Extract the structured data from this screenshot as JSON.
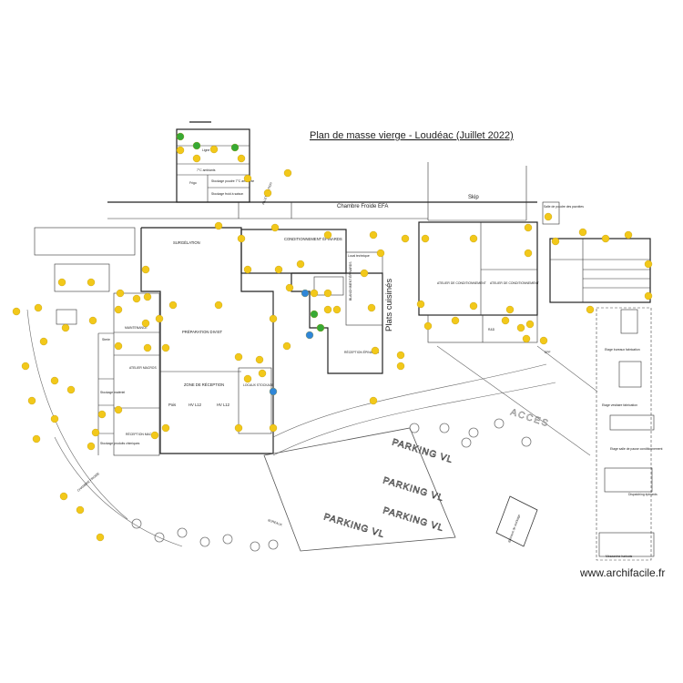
{
  "title": "Plan de masse vierge - Loudéac (Juillet 2022)",
  "watermark": "www.archifacile.fr",
  "colors": {
    "yellow_marker": "#f2c81a",
    "green_marker": "#37a934",
    "blue_marker": "#2f86d8",
    "wall": "#222222"
  },
  "labels": {
    "ligne1": "Ligne 1",
    "ambiants": "7°C ambiants",
    "frigo": "Frigo",
    "stockage_poudre": "Stockage poudre 7°C ambiante",
    "stockage_froid": "Stockage froid à saison",
    "palettisation": "PALETTISATION",
    "chambre_froide": "Chambre Froide EFA",
    "skip": "Skip",
    "surgelation": "SURGÉLATION",
    "conditionnement_epinards": "CONDITIONNEMENT ÉPINARDS",
    "local_technique": "Local technique",
    "blanchiment": "BLANCHIMENT ÉPINARDS",
    "plats_cuisines": "Plats cuisinés",
    "atelier_cond_1": "ATELIER DE CONDITIONNEMENT",
    "atelier_cond_2": "ATELIER DE CONDITIONNEMENT",
    "salle_poudre": "Salle de poudre des pavottes",
    "maintenance": "MAINTENANCE",
    "preparation": "PRÉPARATION DIVIST",
    "zone_reception": "ZONE DE RÉCEPTION",
    "pois": "Pois",
    "hv1": "HV L12",
    "hv2": "HV L12",
    "locaux": "LOCAUX STOCKAGE",
    "reception_epinards": "RÉCEPTION ÉPINARDS",
    "rd": "R&D",
    "sterie": "Sterie",
    "atelier_macros": "ATELIER MACROS",
    "stockage_materiel": "Stockage matériel",
    "reception_macros": "RÉCEPTION MACROS",
    "stockage_embal": "Stockage produits chimiques",
    "chambre_froide2": "CHAMBRE FROIDE",
    "bureaux": "BUREAUX",
    "parking1": "PARKING VL",
    "parking2": "PARKING VL",
    "parking3": "PARKING VL",
    "parking4": "PARKING VL",
    "acces": "ACCES",
    "epf": "EPF",
    "batiment_stockage": "Bâtiment de stockage",
    "legend_1": "Etage bureaux fabrication",
    "legend_2": "Etage vestiaire fabrication",
    "legend_3": "Etage salle de pause conditionnement",
    "legend_4": "Dispatching épinards",
    "legend_5": "Mezzanine haricots"
  }
}
